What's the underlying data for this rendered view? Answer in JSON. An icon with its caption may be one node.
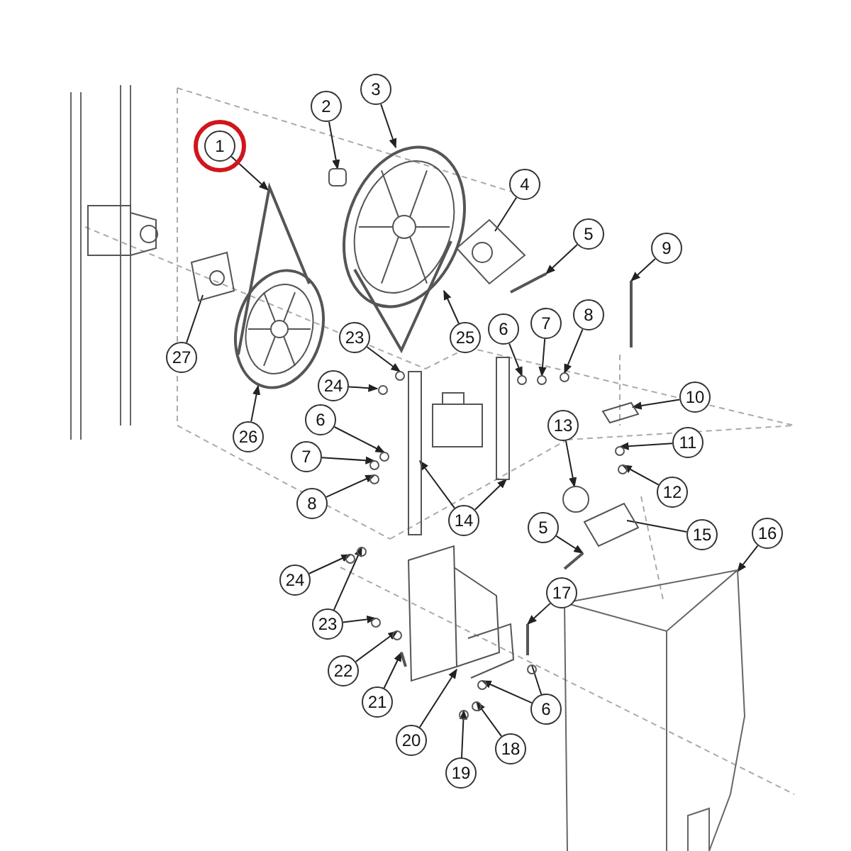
{
  "diagram": {
    "nodes": [
      {
        "text": [
          "3"
        ]
      },
      {
        "text": [
          "2"
        ]
      },
      {
        "text": [
          "1"
        ]
      },
      {
        "text": [
          "4"
        ]
      },
      {
        "text": [
          "5"
        ]
      },
      {
        "text": [
          "9"
        ]
      },
      {
        "text": [
          "8"
        ]
      },
      {
        "text": [
          "7"
        ]
      },
      {
        "text": [
          "25"
        ]
      },
      {
        "text": [
          "6"
        ]
      },
      {
        "text": [
          "23"
        ]
      },
      {
        "text": [
          "27"
        ]
      },
      {
        "text": [
          "24"
        ]
      },
      {
        "text": [
          "10"
        ]
      },
      {
        "text": [
          "6"
        ]
      },
      {
        "text": [
          "13"
        ]
      },
      {
        "text": [
          "26"
        ]
      },
      {
        "text": [
          "11"
        ]
      },
      {
        "text": [
          "7"
        ]
      },
      {
        "text": [
          "12"
        ]
      },
      {
        "text": [
          "8"
        ]
      },
      {
        "text": [
          "14"
        ]
      },
      {
        "text": [
          "5"
        ]
      },
      {
        "text": [
          "16"
        ]
      },
      {
        "text": [
          "15"
        ]
      },
      {
        "text": [
          "24"
        ]
      },
      {
        "text": [
          "17"
        ]
      },
      {
        "text": [
          "23"
        ]
      },
      {
        "text": [
          "22"
        ]
      },
      {
        "text": [
          "21"
        ]
      },
      {
        "text": [
          "6"
        ]
      },
      {
        "text": [
          "18"
        ]
      },
      {
        "text": [
          "20"
        ]
      },
      {
        "text": [
          "19"
        ]
      },
      {
        "text": [],
        "shape": "picture"
      },
      {
        "text": [],
        "shape": "box"
      },
      {
        "text": [],
        "shape": "picture"
      },
      {
        "text": [],
        "shape": "picture"
      },
      {
        "text": [],
        "shape": "picture"
      },
      {
        "text": [],
        "shape": "picture"
      },
      {
        "text": [],
        "shape": "circle"
      },
      {
        "text": [],
        "shape": "circle"
      },
      {
        "text": [],
        "shape": "picture"
      },
      {
        "text": [],
        "shape": "circle"
      },
      {
        "text": [],
        "shape": "circle"
      },
      {
        "text": [],
        "shape": "picture"
      },
      {
        "text": [],
        "shape": "circle"
      },
      {
        "text": [],
        "shape": "picture"
      },
      {
        "text": [],
        "shape": "circle"
      },
      {
        "text": [],
        "shape": "circle"
      },
      {
        "text": [],
        "shape": "picture"
      },
      {
        "text": [],
        "shape": "circle"
      },
      {
        "text": [],
        "shape": "circle"
      },
      {
        "text": [],
        "shape": "circle"
      },
      {
        "text": [],
        "shape": "circle"
      },
      {
        "text": [],
        "shape": "bar"
      },
      {
        "text": [],
        "shape": "bar"
      },
      {
        "text": [],
        "shape": "picture"
      },
      {
        "text": [],
        "shape": "picture"
      },
      {
        "text": [],
        "shape": "picture"
      },
      {
        "text": [],
        "shape": "circle"
      },
      {
        "text": [],
        "shape": "picture"
      },
      {
        "text": [],
        "shape": "circle"
      },
      {
        "text": [],
        "shape": "circle"
      },
      {
        "text": [],
        "shape": "circle"
      },
      {
        "text": [],
        "shape": "picture"
      },
      {
        "text": [],
        "shape": "circle"
      },
      {
        "text": [],
        "shape": "circle"
      },
      {
        "text": [],
        "shape": "circle"
      },
      {
        "text": [],
        "shape": "picture"
      },
      {
        "text": [],
        "shape": "circle"
      }
    ],
    "edges": [
      {
        "from": 0,
        "to": 34,
        "arrow": "to"
      },
      {
        "from": 1,
        "to": 35,
        "arrow": "to"
      },
      {
        "from": 2,
        "to": 36,
        "arrow": "to"
      },
      {
        "from": 3,
        "to": 37,
        "arrow": "none"
      },
      {
        "from": 4,
        "to": 38,
        "arrow": "to"
      },
      {
        "from": 5,
        "to": 39,
        "arrow": "to"
      },
      {
        "from": 6,
        "to": 40,
        "arrow": "to"
      },
      {
        "from": 7,
        "to": 41,
        "arrow": "to"
      },
      {
        "from": 8,
        "to": 42,
        "arrow": "to"
      },
      {
        "from": 9,
        "to": 43,
        "arrow": "to"
      },
      {
        "from": 10,
        "to": 44,
        "arrow": "to"
      },
      {
        "from": 11,
        "to": 45,
        "arrow": "none"
      },
      {
        "from": 12,
        "to": 46,
        "arrow": "to"
      },
      {
        "from": 13,
        "to": 47,
        "arrow": "to"
      },
      {
        "from": 14,
        "to": 48,
        "arrow": "to"
      },
      {
        "from": 15,
        "to": 49,
        "arrow": "to"
      },
      {
        "from": 16,
        "to": 50,
        "arrow": "to"
      },
      {
        "from": 17,
        "to": 51,
        "arrow": "to"
      },
      {
        "from": 18,
        "to": 52,
        "arrow": "to"
      },
      {
        "from": 19,
        "to": 53,
        "arrow": "to"
      },
      {
        "from": 20,
        "to": 54,
        "arrow": "to"
      },
      {
        "from": 21,
        "to": 55,
        "arrow": "to"
      },
      {
        "from": 21,
        "to": 56,
        "arrow": "to"
      },
      {
        "from": 22,
        "to": 57,
        "arrow": "to"
      },
      {
        "from": 23,
        "to": 58,
        "arrow": "to"
      },
      {
        "from": 24,
        "to": 59,
        "arrow": "none"
      },
      {
        "from": 25,
        "to": 60,
        "arrow": "to"
      },
      {
        "from": 26,
        "to": 61,
        "arrow": "to"
      },
      {
        "from": 27,
        "to": 62,
        "arrow": "to"
      },
      {
        "from": 27,
        "to": 63,
        "arrow": "to"
      },
      {
        "from": 28,
        "to": 64,
        "arrow": "to"
      },
      {
        "from": 29,
        "to": 65,
        "arrow": "to"
      },
      {
        "from": 30,
        "to": 66,
        "arrow": "to"
      },
      {
        "from": 30,
        "to": 67,
        "arrow": "none"
      },
      {
        "from": 31,
        "to": 68,
        "arrow": "to"
      },
      {
        "from": 32,
        "to": 69,
        "arrow": "to"
      },
      {
        "from": 33,
        "to": 70,
        "arrow": "to"
      }
    ]
  }
}
